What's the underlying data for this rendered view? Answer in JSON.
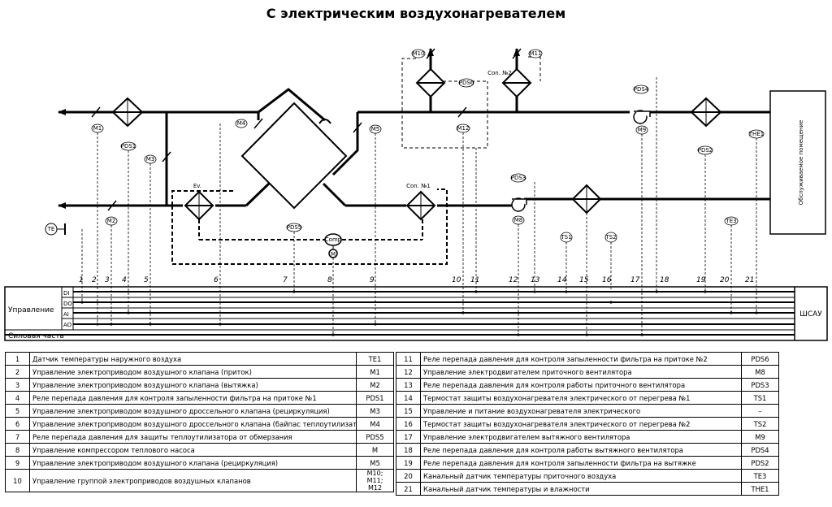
{
  "title": "С электрическим воздухонагревателем",
  "labels": {
    "M1": "M1",
    "M2": "M2",
    "M3": "M3",
    "M4": "M4",
    "M5": "M5",
    "M8": "M8",
    "M9": "M9",
    "M10": "M10",
    "M11": "M11",
    "M12": "M12",
    "M": "M",
    "Comp": "Comp",
    "TE1": "TE",
    "TE3": "TE3",
    "THE1": "THE1",
    "PDS1": "PDS1",
    "PDS2": "PDS2",
    "PDS3": "PDS3",
    "PDS4": "PDS4",
    "PDS5": "PDS5",
    "PDS6": "PDS6",
    "TS1": "TS1",
    "TS2": "TS2",
    "Ev": "Ev.",
    "Con1": "Con. №1",
    "Con2": "Con. №2",
    "room": "Обслуживаемое помещение"
  },
  "point_numbers": [
    "1",
    "2",
    "3",
    "4",
    "5",
    "6",
    "7",
    "8",
    "9",
    "10",
    "11",
    "12",
    "13",
    "14",
    "15",
    "16",
    "17",
    "18",
    "19",
    "20",
    "21"
  ],
  "bus": {
    "control_label": "Управление",
    "power_label": "Силовая часть",
    "channels": [
      "DI",
      "DO",
      "AI",
      "AO"
    ],
    "cabinet": "ШСАУ"
  },
  "legend_left": [
    {
      "n": "1",
      "desc": "Датчик температуры наружного воздуха",
      "code": "TE1"
    },
    {
      "n": "2",
      "desc": "Управление электроприводом воздушного клапана (приток)",
      "code": "M1"
    },
    {
      "n": "3",
      "desc": "Управление электроприводом воздушного клапана (вытяжка)",
      "code": "M2"
    },
    {
      "n": "4",
      "desc": "Реле перепада давления для контроля запыленности фильтра на притоке №1",
      "code": "PDS1"
    },
    {
      "n": "5",
      "desc": "Управление электроприводом воздушного дроссельного клапана (рециркуляция)",
      "code": "M3"
    },
    {
      "n": "6",
      "desc": "Управление электроприводом воздушного дроссельного клапана (байпас теплоутилизатора)",
      "code": "M4"
    },
    {
      "n": "7",
      "desc": "Реле перепада давления для защиты теплоутилизатора от обмерзания",
      "code": "PDS5"
    },
    {
      "n": "8",
      "desc": "Управление компрессором теплового насоса",
      "code": "M"
    },
    {
      "n": "9",
      "desc": "Управление электроприводом воздушного клапана (рециркуляция)",
      "code": "M5"
    },
    {
      "n": "10",
      "desc": "Управление группой электроприводов воздушных клапанов",
      "code": "M10; M11; M12"
    }
  ],
  "legend_right": [
    {
      "n": "11",
      "desc": "Реле перепада давления для контроля запыленности фильтра на притоке №2",
      "code": "PDS6"
    },
    {
      "n": "12",
      "desc": "Управление электродвигателем приточного вентилятора",
      "code": "M8"
    },
    {
      "n": "13",
      "desc": "Реле перепада давления для контроля работы приточного вентилятора",
      "code": "PDS3"
    },
    {
      "n": "14",
      "desc": "Термостат защиты воздухонагревателя электрического от перегрева №1",
      "code": "TS1"
    },
    {
      "n": "15",
      "desc": "Управление и питание воздухонагревателя электрического",
      "code": "–"
    },
    {
      "n": "16",
      "desc": "Термостат защиты воздухонагревателя электрического от перегрева №2",
      "code": "TS2"
    },
    {
      "n": "17",
      "desc": "Управление электродвигателем вытяжного вентилятора",
      "code": "M9"
    },
    {
      "n": "18",
      "desc": "Реле перепада давления для контроля работы вытяжного вентилятора",
      "code": "PDS4"
    },
    {
      "n": "19",
      "desc": "Реле перепада давления для контроля запыленности фильтра на вытяжке",
      "code": "PDS2"
    },
    {
      "n": "20",
      "desc": "Канальный датчик температуры приточного воздуха",
      "code": "TE3"
    },
    {
      "n": "21",
      "desc": "Канальный датчик температуры и влажности",
      "code": "THE1"
    }
  ]
}
